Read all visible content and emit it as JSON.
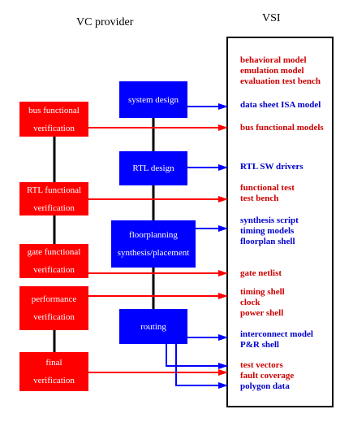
{
  "headers": {
    "left": "VC provider",
    "right": "VSI"
  },
  "colors": {
    "provider": "#ff0000",
    "design": "#0000ff",
    "red_text": "#cc0000",
    "blue_text": "#0000cc"
  },
  "provider_boxes": [
    {
      "line1": "bus functional",
      "line2": "verification"
    },
    {
      "line1": "RTL functional",
      "line2": "verification"
    },
    {
      "line1": "gate functional",
      "line2": "verification"
    },
    {
      "line1": "performance",
      "line2": "verification"
    },
    {
      "line1": "final",
      "line2": "verification"
    }
  ],
  "design_boxes": [
    {
      "line1": "system design"
    },
    {
      "line1": "RTL design"
    },
    {
      "line1": "floorplanning",
      "line2": "synthesis/placement"
    },
    {
      "line1": "routing"
    }
  ],
  "vsi_items": {
    "group1": [
      "behavioral model",
      "emulation model",
      "evaluation test bench"
    ],
    "group2": [
      "data sheet ISA model"
    ],
    "group3": [
      "bus functional models"
    ],
    "group4": [
      "RTL SW drivers"
    ],
    "group5": [
      "functional test",
      "test bench"
    ],
    "group6": [
      "synthesis script",
      "timing models",
      "floorplan shell"
    ],
    "group7": [
      "gate netlist"
    ],
    "group8": [
      "timing shell",
      "clock",
      "power shell"
    ],
    "group9": [
      "interconnect model",
      "P&R shell"
    ],
    "group10": [
      "test vectors",
      "fault coverage"
    ],
    "group11": [
      "polygon data"
    ]
  }
}
